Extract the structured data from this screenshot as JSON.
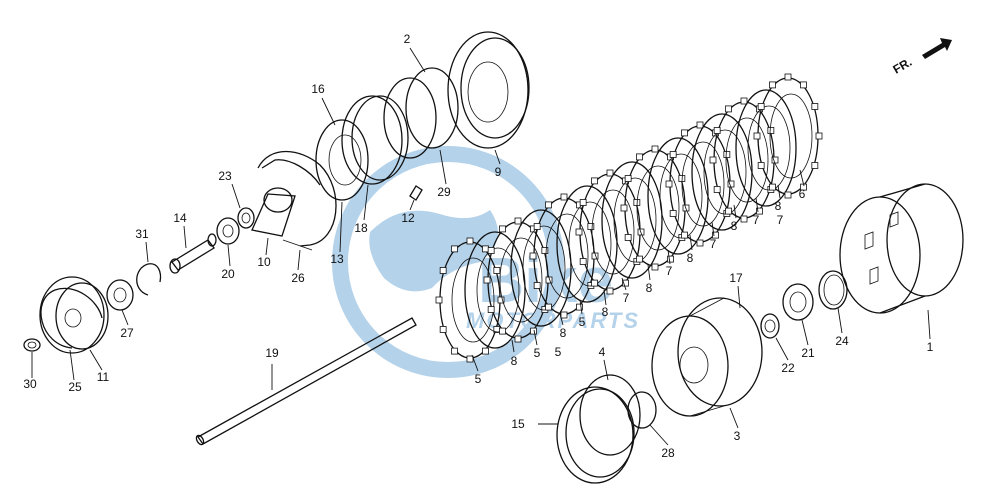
{
  "diagram": {
    "direction_marker": "FR.",
    "watermark": {
      "brand": "Bike",
      "sub": "MOTORPARTS",
      "color": "#2a7fc4"
    },
    "callouts": {
      "p1": "1",
      "p2": "2",
      "p3": "3",
      "p4": "4",
      "p5a": "5",
      "p5b": "5",
      "p5c": "5",
      "p5d": "5",
      "p6": "6",
      "p7a": "7",
      "p7b": "7",
      "p7c": "7",
      "p7d": "7",
      "p7e": "7",
      "p8a": "8",
      "p8b": "8",
      "p8c": "8",
      "p8d": "8",
      "p8e": "8",
      "p8f": "8",
      "p8g": "8",
      "p9": "9",
      "p10": "10",
      "p11": "11",
      "p12": "12",
      "p13": "13",
      "p14": "14",
      "p15": "15",
      "p16": "16",
      "p17": "17",
      "p18": "18",
      "p19": "19",
      "p20": "20",
      "p21": "21",
      "p22": "22",
      "p23": "23",
      "p24": "24",
      "p25": "25",
      "p26": "26",
      "p27": "27",
      "p28": "28",
      "p29": "29",
      "p30": "30",
      "p31": "31"
    }
  }
}
